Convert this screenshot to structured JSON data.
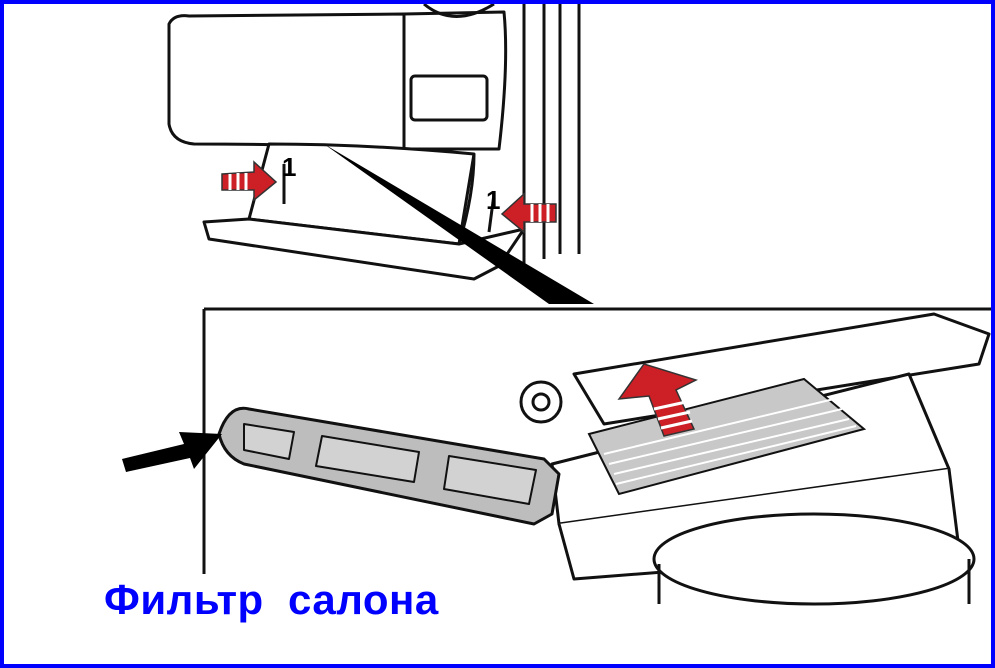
{
  "caption": "Фильтр  салона",
  "top_illustration": {
    "step_marks": [
      "1",
      "1"
    ]
  },
  "colors": {
    "border": "#0000ff",
    "caption": "#0000ff",
    "arrow_red": "#cc1f26",
    "filter_gray": "#c8c8c8"
  }
}
